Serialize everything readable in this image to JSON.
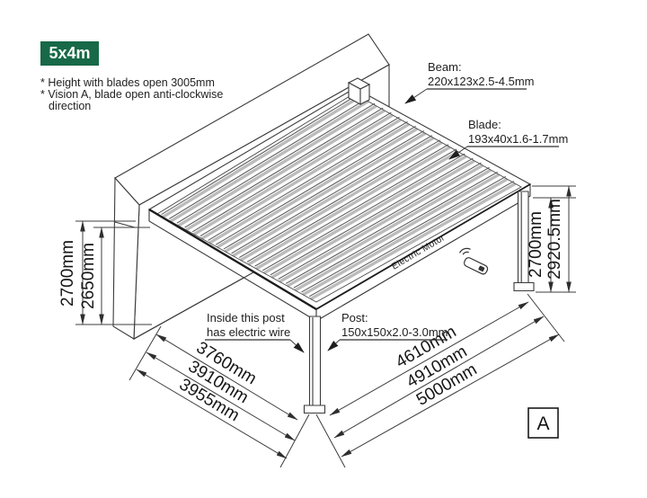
{
  "badge": {
    "label": "5x4m",
    "color": "#176947"
  },
  "notes": {
    "note1": "* Height with blades open 3005mm",
    "note2": "* Vision A, blade open anti-clockwise",
    "note3": "direction"
  },
  "callouts": {
    "beam_title": "Beam:",
    "beam_spec": "220x123x2.5-4.5mm",
    "blade_title": "Blade:",
    "blade_spec": "193x40x1.6-1.7mm",
    "post_title": "Post:",
    "post_spec": "150x150x2.0-3.0mm",
    "wire_line1": "Inside this post",
    "wire_line2": "has electric wire",
    "motor_label": "Electric Motor"
  },
  "dimensions": {
    "left_wall_height": "2700mm",
    "left_clear_height": "2650mm",
    "right_post_height": "2700mm",
    "right_total_height": "2920.5mm",
    "depth_1": "3760mm",
    "depth_2": "3910mm",
    "depth_3": "3955mm",
    "width_1": "4610mm",
    "width_2": "4910mm",
    "width_3": "5000mm"
  },
  "view_marker": {
    "label": "A"
  }
}
